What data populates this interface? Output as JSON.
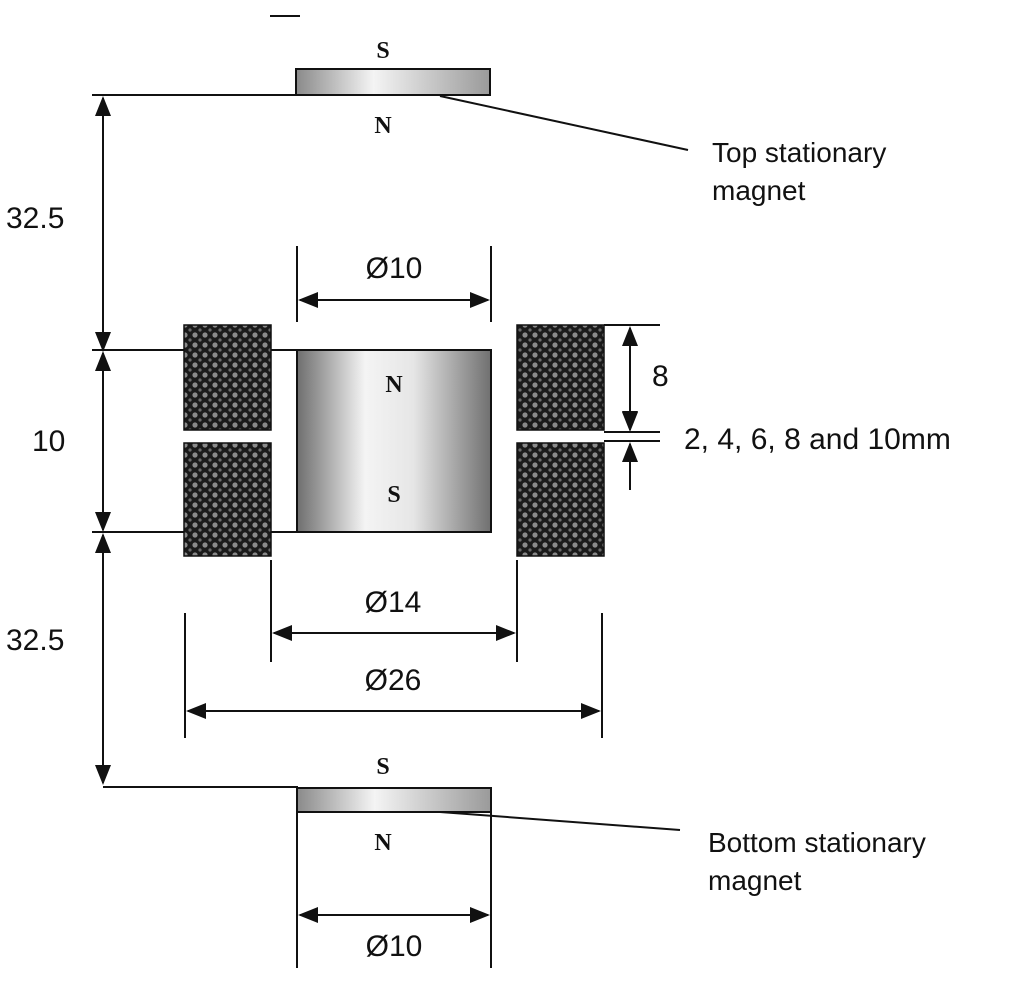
{
  "diagram": {
    "magnets": {
      "top": {
        "pole_top": "S",
        "pole_bottom": "N",
        "label_line1": "Top stationary",
        "label_line2": "magnet"
      },
      "center": {
        "pole_top": "N",
        "pole_bottom": "S"
      },
      "bottom": {
        "pole_top": "S",
        "pole_bottom": "N",
        "label_line1": "Bottom stationary",
        "label_line2": "magnet"
      }
    },
    "dimensions": {
      "top_gap": "32.5",
      "center_height": "10",
      "bottom_gap": "32.5",
      "center_diameter": "Ø10",
      "coil_height": "8",
      "coil_gap": "2, 4, 6, 8 and 10mm",
      "coil_inner_diameter": "Ø14",
      "coil_outer_diameter": "Ø26",
      "bottom_diameter": "Ø10"
    },
    "colors": {
      "ink": "#111111",
      "coil_dark": "#1a1a1a",
      "coil_light": "#8a8a8a",
      "magnet_light": "#f2f2f2",
      "magnet_dark": "#7a7a7a"
    }
  }
}
